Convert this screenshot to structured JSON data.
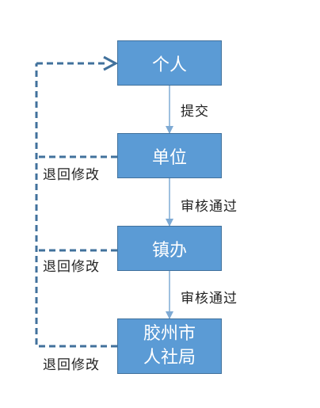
{
  "nodes": [
    {
      "id": "individual",
      "lines": [
        "个人"
      ]
    },
    {
      "id": "unit",
      "lines": [
        "单位"
      ]
    },
    {
      "id": "town-office",
      "lines": [
        "镇办"
      ]
    },
    {
      "id": "city-bureau",
      "lines": [
        "胶州市",
        "人社局"
      ]
    }
  ],
  "forward_labels": [
    "提交",
    "审核通过",
    "审核通过"
  ],
  "return_labels": [
    "退回修改",
    "退回修改",
    "退回修改"
  ],
  "colors": {
    "box_fill": "#5b9bd5",
    "box_border": "#41719c",
    "solid_arrow": "#7eaad4",
    "dashed_line": "#41719c",
    "text": "#222222"
  }
}
